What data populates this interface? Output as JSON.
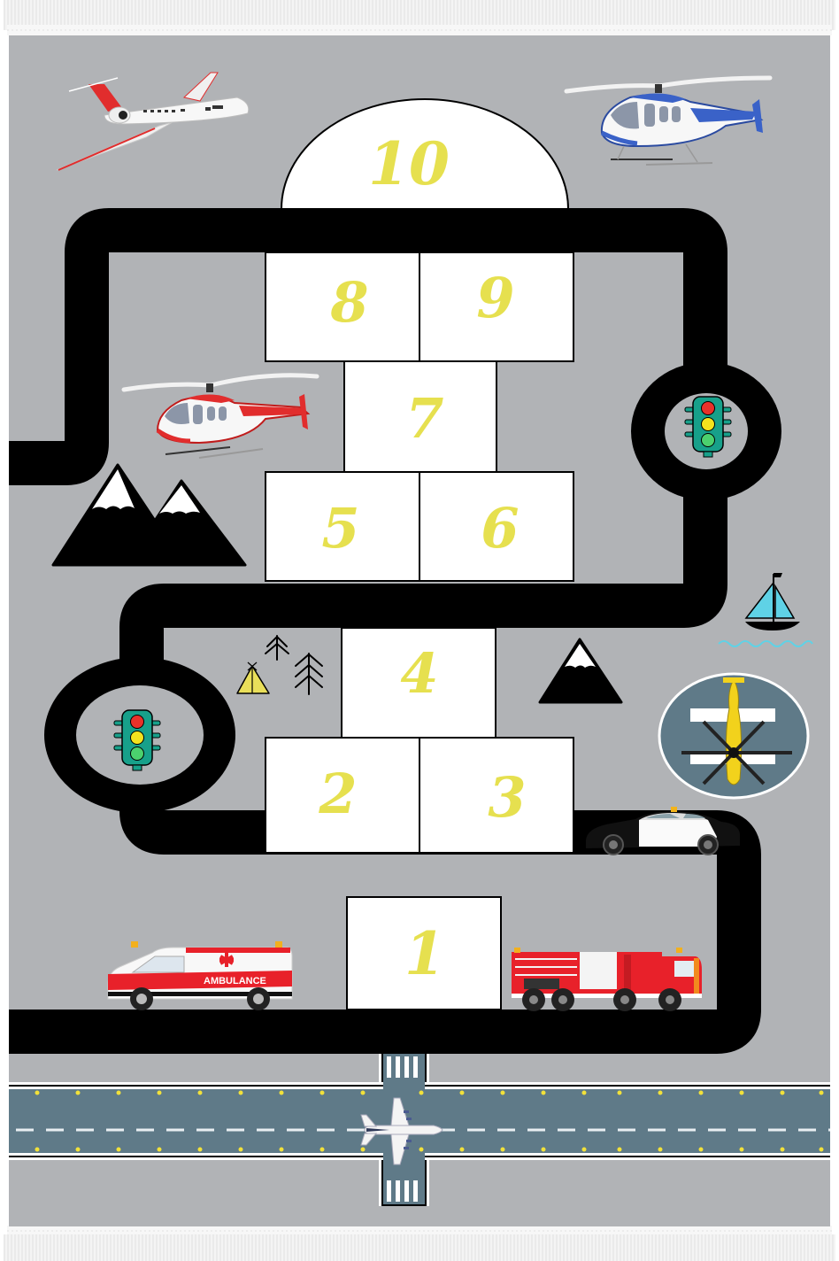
{
  "rug": {
    "background_color": "#b1b3b6",
    "fringe_color": "#f2f2f2",
    "road_color": "#000000",
    "number_color": "#e6e04f",
    "runway_color": "#5f7a88"
  },
  "hopscotch": {
    "squares": [
      {
        "number": "10",
        "shape": "semicircle"
      },
      {
        "number": "8"
      },
      {
        "number": "9"
      },
      {
        "number": "7"
      },
      {
        "number": "5"
      },
      {
        "number": "6"
      },
      {
        "number": "4"
      },
      {
        "number": "2"
      },
      {
        "number": "3"
      },
      {
        "number": "1"
      }
    ]
  },
  "vehicles": {
    "ambulance_label": "AMBULANCE"
  },
  "icons": [
    "jet-plane-icon",
    "blue-helicopter-icon",
    "red-helicopter-icon",
    "mountains-icon",
    "traffic-light-icon",
    "sailboat-icon",
    "tent-icon",
    "pine-tree-icon",
    "helipad-icon",
    "police-car-icon",
    "ambulance-icon",
    "fire-truck-icon",
    "airliner-icon",
    "runway"
  ]
}
